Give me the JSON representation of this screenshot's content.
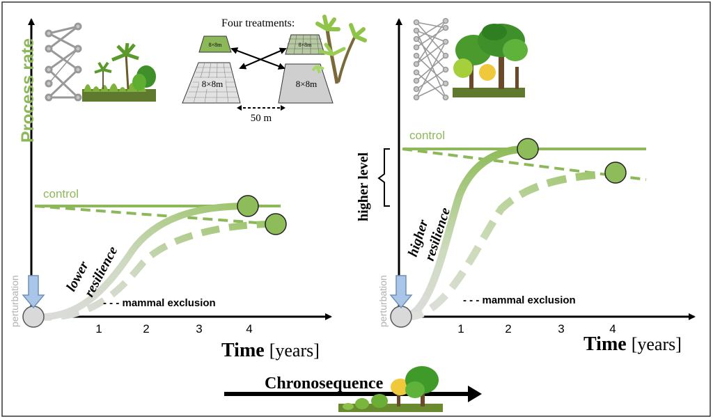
{
  "colors": {
    "green": "#8db85a",
    "green_light": "#aacb80",
    "grey_line": "#bdbdbd",
    "dot_fill": "#8fbc5a",
    "arrow_blue": "#a9c6e8",
    "frame": "#333333",
    "label_grey": "#b0b0b0"
  },
  "left_panel": {
    "y_axis_label": "Process rate",
    "control_label": "control",
    "resilience_label_1": "lower",
    "resilience_label_2": "resilience",
    "exclusion_label": "- - - mammal exclusion",
    "perturbation_label": "perturbation",
    "x_ticks": [
      "1",
      "2",
      "3",
      "4"
    ],
    "time_label_bold": "Time",
    "time_label_unit": "[years]"
  },
  "right_panel": {
    "control_label": "control",
    "higher_level_label": "higher level",
    "resilience_label_1": "higher",
    "resilience_label_2": "resilience",
    "exclusion_label": "- - - mammal exclusion",
    "perturbation_label": "perturbation",
    "x_ticks": [
      "1",
      "2",
      "3",
      "4"
    ],
    "time_label_bold": "Time",
    "time_label_unit": "[years]"
  },
  "treatments": {
    "title": "Four treatments:",
    "plot_small_1": "8×8m",
    "plot_small_2": "8×8m",
    "plot_large_1": "8×8m",
    "plot_large_2": "8×8m",
    "distance": "50 m"
  },
  "chronosequence_label": "Chronosequence",
  "icons": [
    "network-icon",
    "young-forest-icon",
    "old-forest-icon",
    "tree-seedling-icon"
  ]
}
